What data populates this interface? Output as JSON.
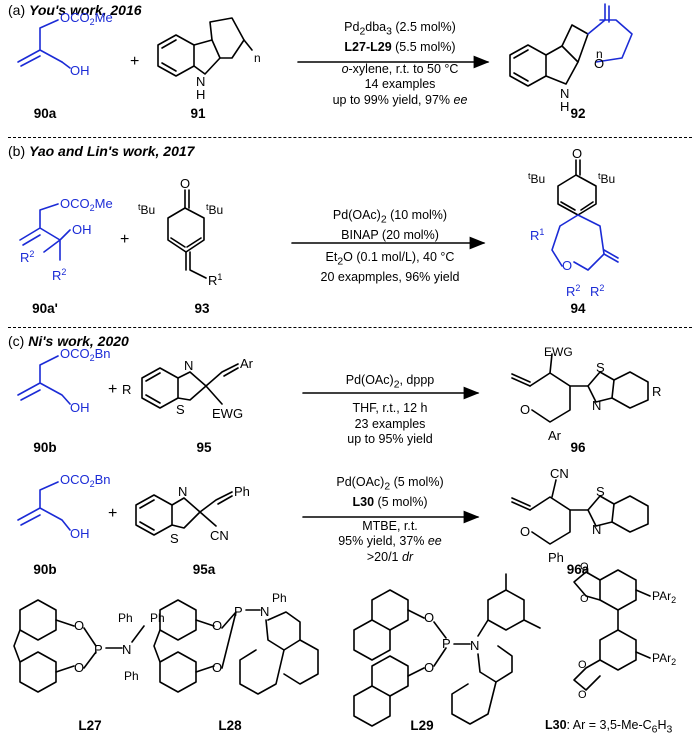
{
  "headers": {
    "a_prefix": "(a)",
    "a_title": "You's work, 2016",
    "b_prefix": "(b)",
    "b_title": "Yao and Lin's work, 2017",
    "c_prefix": "(c)",
    "c_title": "Ni's work, 2020"
  },
  "conditions": {
    "a": [
      "Pd2dba3 (2.5 mol%)",
      "L27-L29 (5.5 mol%)",
      "o-xylene, r.t. to 50 °C",
      "14 examples",
      "up to 99% yield, 97% ee"
    ],
    "b": [
      "Pd(OAc)2 (10 mol%)",
      "BINAP (20 mol%)",
      "Et2O (0.1 mol/L), 40 °C",
      "20 exapmples, 96% yield"
    ],
    "c1": [
      "Pd(OAc)2, dppp",
      "THF, r.t., 12 h",
      "23 examples",
      "up to 95% yield"
    ],
    "c2": [
      "Pd(OAc)2 (5 mol%)",
      "L30 (5 mol%)",
      "MTBE, r.t.",
      "95% yield, 37% ee",
      ">20/1 dr"
    ]
  },
  "compound_labels": {
    "c90a": "90a",
    "c91": "91",
    "c92": "92",
    "c90a_prime": "90a'",
    "c93": "93",
    "c94": "94",
    "c90b": "90b",
    "c95": "95",
    "c96": "96",
    "c90b_2": "90b",
    "c95a": "95a",
    "c96a": "96a",
    "L27": "L27",
    "L28": "L28",
    "L29": "L29",
    "L30": "L30",
    "L30_def": ": Ar = 3,5-Me-C6H3"
  },
  "atom_labels": {
    "oco2me": "OCO2Me",
    "oh": "OH",
    "plus": "+",
    "nh": "N",
    "h": "H",
    "n": "n",
    "o": "O",
    "tbu": "tBu",
    "r1": "R1",
    "r2": "R2",
    "oco2bn": "OCO2Bn",
    "ar": "Ar",
    "ewg": "EWG",
    "s": "S",
    "r": "R",
    "ph": "Ph",
    "cn": "CN",
    "p": "P",
    "par2": "PAr2"
  },
  "colors": {
    "reagent_blue": "#1b2bd6",
    "ink": "#000000"
  }
}
